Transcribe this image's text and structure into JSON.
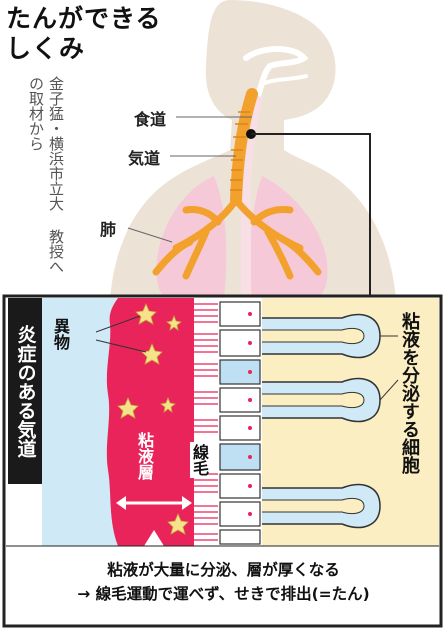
{
  "title": [
    "たんができる",
    "しくみ"
  ],
  "credit": [
    "金子猛・横浜市立大",
    "教授への取材から"
  ],
  "labels": {
    "esophagus": "食道",
    "trachea": "気道",
    "lungs": "肺",
    "foreign_matter": "異物",
    "mucus_layer": "粘液層",
    "cilia": "線毛",
    "mucus_secreting_cell": "粘液を分泌する細胞"
  },
  "panel_title": "炎症のある気道",
  "caption": [
    "粘液が大量に分泌、層が厚くなる",
    "→ 線毛運動で運べず、せきで排出(=たん)"
  ],
  "colors": {
    "body_silhouette": "#ece3d6",
    "lungs": "#f6c9d8",
    "trachea": "#f3a12d",
    "airway_lumen": "#cfe9f6",
    "mucus_layer": "#e8245a",
    "tissue": "#fbeec2",
    "cell_blue": "#bfe0f2",
    "panel_border": "#222222"
  }
}
